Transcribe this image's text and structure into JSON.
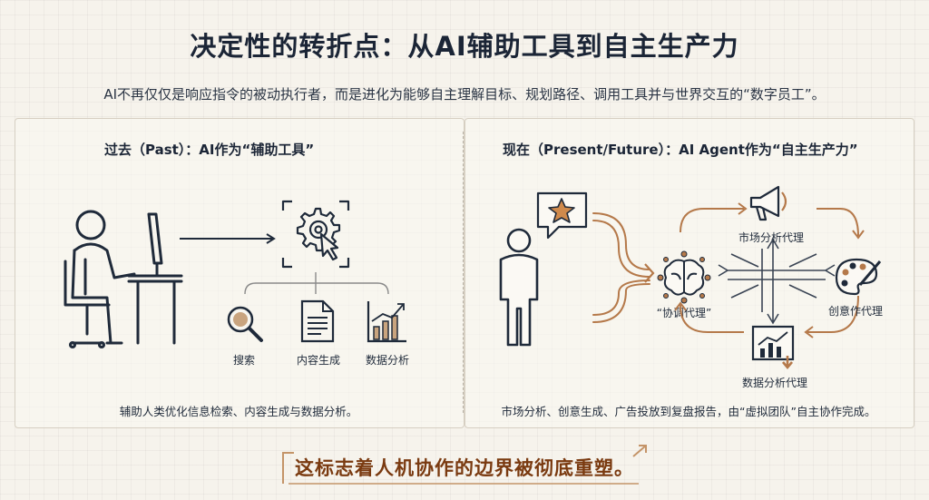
{
  "header": {
    "title": "决定性的转折点：从AI辅助工具到自主生产力",
    "subtitle": "AI不再仅仅是响应指令的被动执行者，而是进化为能够自主理解目标、规划路径、调用工具并与世界交互的“数字员工”。"
  },
  "past": {
    "heading": "过去（Past）：AI作为“辅助工具”",
    "tools": [
      {
        "label": "搜索",
        "icon": "magnifier-icon"
      },
      {
        "label": "内容生成",
        "icon": "document-icon"
      },
      {
        "label": "数据分析",
        "icon": "bar-chart-icon"
      }
    ],
    "caption": "辅助人类优化信息检索、内容生成与数据分析。"
  },
  "present": {
    "heading": "现在（Present/Future）：AI Agent作为“自主生产力”",
    "hub_label": "“协调代理”",
    "agents": {
      "market": "市场分析代理",
      "creative": "创意作代理",
      "data": "数据分析代理"
    },
    "caption": "市场分析、创意生成、广告投放到复盘报告，由“虚拟团队”自主协作完成。"
  },
  "footer": {
    "text": "这标志着人机协作的边界被彻底重塑。"
  },
  "colors": {
    "navy": "#1f2a3a",
    "accent": "#b5794a",
    "footer_text": "#7a3a10"
  }
}
